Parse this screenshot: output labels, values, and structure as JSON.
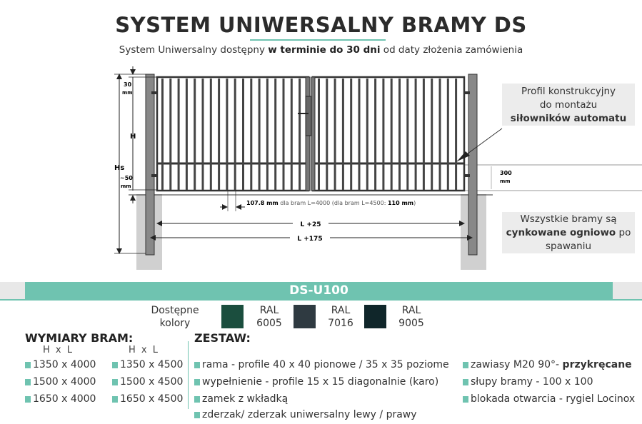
{
  "header": {
    "title": "SYSTEM UNIWERSALNY BRAMY DS",
    "subtitle_pre": "System Uniwersalny dostępny ",
    "subtitle_bold": "w terminie do 30 dni",
    "subtitle_post": " od daty złożenia zamówienia"
  },
  "diagram": {
    "dim_30": "30",
    "dim_30_unit": "mm",
    "dim_h": "H",
    "dim_hs": "Hs",
    "dim_50": "~50",
    "dim_50_unit": "mm",
    "dim_300": "300",
    "dim_300_unit": "mm",
    "picket_bold": "107.8 mm",
    "picket_text": " dla bram L=4000 (dla bram L=4500: ",
    "picket_bold2": "110 mm",
    "picket_end": ")",
    "l25": "L +25",
    "l175": "L +175"
  },
  "info1": {
    "line1": "Profil konstrukcyjny",
    "line2": "do montażu",
    "line3": "siłowników automatu"
  },
  "info2": {
    "line1": "Wszystkie bramy są",
    "bold": "cynkowane ogniowo",
    "line2_end": " po",
    "line3": "spawaniu"
  },
  "model": "DS-U100",
  "colors": {
    "label1": "Dostępne",
    "label2": "kolory",
    "items": [
      {
        "ral": "RAL",
        "code": "6005",
        "hex": "#1b4e3e"
      },
      {
        "ral": "RAL",
        "code": "7016",
        "hex": "#2f3a41"
      },
      {
        "ral": "RAL",
        "code": "9005",
        "hex": "#10262a"
      }
    ]
  },
  "dimensions": {
    "title": "WYMIARY BRAM:",
    "col_header": "H x L",
    "col1": [
      "1350 x 4000",
      "1500 x 4000",
      "1650 x 4000"
    ],
    "col2": [
      "1350 x 4500",
      "1500 x 4500",
      "1650 x 4500"
    ]
  },
  "set": {
    "title": "ZESTAW:",
    "col1": [
      "rama - profile 40 x 40 pionowe / 35 x 35 poziome",
      "wypełnienie - profile 15 x 15 diagonalnie (karo)",
      "zamek z wkładką",
      "zderzak/ zderzak uniwersalny lewy / prawy"
    ],
    "col2_pre": "zawiasy M20 90°- ",
    "col2_bold": "przykręcane",
    "col2": [
      "słupy bramy - 100 x 100",
      "blokada otwarcia - rygiel Locinox"
    ]
  },
  "accent": "#6fc3b0"
}
